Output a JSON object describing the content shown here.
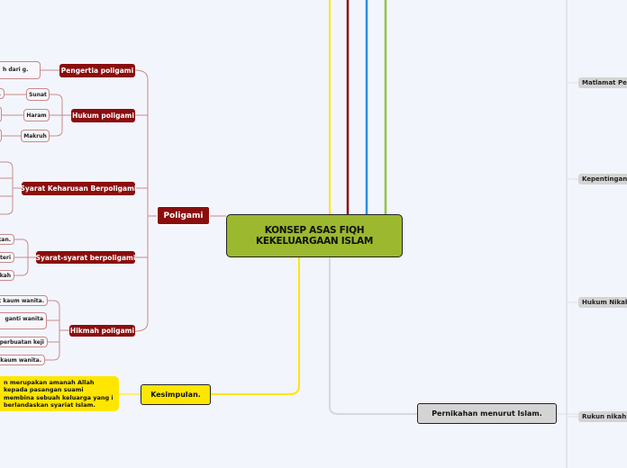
{
  "central": {
    "title": "KONSEP ASAS FIQH KEKELUARGAAN ISLAM"
  },
  "poligami": {
    "label": "Poligami",
    "pengertian": {
      "label": "Pengertia poligami",
      "leaf": "h dari g."
    },
    "hukum": {
      "label": "Hukum poligami",
      "children": [
        "Sunat",
        "Haram",
        "Makruh"
      ],
      "leaves": [
        ".",
        "",
        ""
      ]
    },
    "syarat_keharusan": {
      "label": "Syarat Keharusan Berpoligami"
    },
    "syarat_syarat": {
      "label": "Syarat-syarat berpoligami",
      "leaves": [
        "kan.",
        "teri",
        "fkah"
      ]
    },
    "hikmah": {
      "label": "Hikmah poligami",
      "leaves": [
        "at kaum wanita.",
        "ganti wanita",
        "a perbuatan keji",
        "an kaum wanita."
      ]
    }
  },
  "kesimpulan": {
    "label": "Kesimpulan.",
    "text": "n merupakan amanah Allah kepada pasangan suami membina sebuah keluarga yang i berlandaskan syariat Islam."
  },
  "pernikahan": {
    "label": "Pernikahan menurut Islam.",
    "children": [
      "Matlamat Pe",
      "Kepentingan",
      "Hukum Nikah",
      "Rukun nikah"
    ]
  },
  "colors": {
    "red": "#8b0e0e",
    "green": "#9cb82e",
    "yellow": "#ffe600",
    "blue": "#2a8fe0",
    "lime": "#8cc63f",
    "gray": "#d4d4d4"
  }
}
